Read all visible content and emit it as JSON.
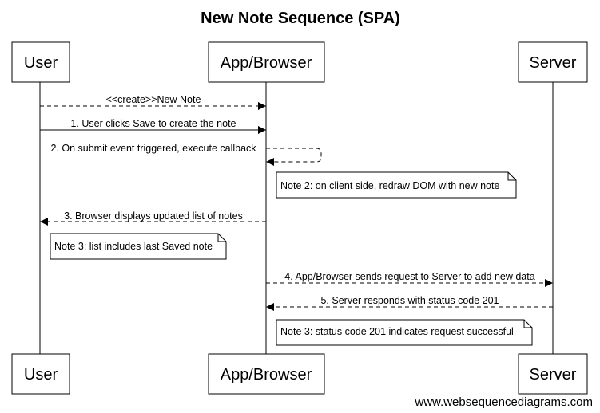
{
  "diagram": {
    "title": "New Note Sequence (SPA)",
    "participants": [
      "User",
      "App/Browser",
      "Server"
    ],
    "messages": [
      {
        "label": "<<create>>New Note",
        "from": "User",
        "to": "App/Browser",
        "style": "dashed"
      },
      {
        "label": "1. User clicks Save to create the note",
        "from": "User",
        "to": "App/Browser",
        "style": "solid"
      },
      {
        "label": "2. On submit event triggered, execute callback",
        "from": "App/Browser",
        "to": "App/Browser",
        "style": "dashed"
      },
      {
        "label": "3. Browser displays updated list of notes",
        "from": "App/Browser",
        "to": "User",
        "style": "dashed"
      },
      {
        "label": "4. App/Browser sends request to Server to add new data",
        "from": "App/Browser",
        "to": "Server",
        "style": "dashed"
      },
      {
        "label": "5. Server responds with status code 201",
        "from": "Server",
        "to": "App/Browser",
        "style": "dashed"
      }
    ],
    "notes": [
      {
        "text": "Note 2: on client side, redraw DOM with new note",
        "participant": "App/Browser"
      },
      {
        "text": "Note 3: list includes last Saved note",
        "participant": "User"
      },
      {
        "text": "Note 3: status code 201 indicates request successful",
        "participant": "App/Browser"
      }
    ],
    "footer": "www.websequencediagrams.com"
  }
}
